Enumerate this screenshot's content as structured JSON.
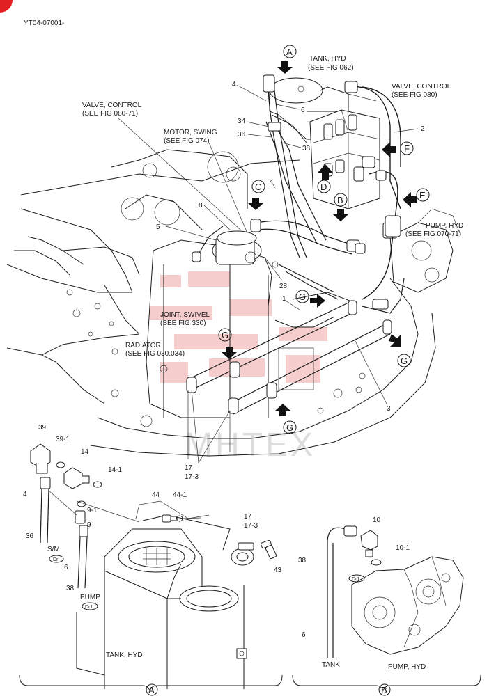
{
  "figure_code": "YT04-07001-",
  "watermark": "MHTEX",
  "labels": {
    "tank_hyd": "TANK, HYD",
    "see_fig_062": "(SEE FIG 062)",
    "valve_control": "VALVE, CONTROL",
    "see_fig_080": "(SEE FIG 080)",
    "see_fig_080_71": "(SEE FIG 080-71)",
    "motor_swing": "MOTOR, SWING",
    "see_fig_074": "(SEE FIG 074)",
    "pump_hyd": "PUMP, HYD",
    "see_fig_070_71": "(SEE FIG 070-71)",
    "joint_swivel": "JOINT, SWIVEL",
    "see_fig_330": "(SEE FIG 330)",
    "radiator": "RADIATOR",
    "see_fig_030_034": "(SEE FIG 030.034)",
    "sm": "S/M",
    "dr": "Dr",
    "pump": "PUMP",
    "dr1": "Dr1",
    "tank_hyd_bottom": "TANK, HYD",
    "tank": "TANK",
    "pump_hyd_bottom": "PUMP, HYD"
  },
  "callouts": {
    "a": "A",
    "b": "B",
    "c": "C",
    "d": "D",
    "e": "E",
    "f": "F",
    "g": "G"
  },
  "part_numbers": {
    "p1": "1",
    "p2": "2",
    "p3": "3",
    "p4": "4",
    "p5": "5",
    "p6": "6",
    "p7": "7",
    "p8": "8",
    "p9": "9",
    "p9_1": "9-1",
    "p10": "10",
    "p10_1": "10-1",
    "p14": "14",
    "p14_1": "14-1",
    "p17": "17",
    "p17_3": "17-3",
    "p28": "28",
    "p34": "34",
    "p36": "36",
    "p38": "38",
    "p39": "39",
    "p39_1": "39-1",
    "p43": "43",
    "p44": "44",
    "p44_1": "44-1"
  },
  "section_labels": {
    "a": "A",
    "b": "B"
  }
}
